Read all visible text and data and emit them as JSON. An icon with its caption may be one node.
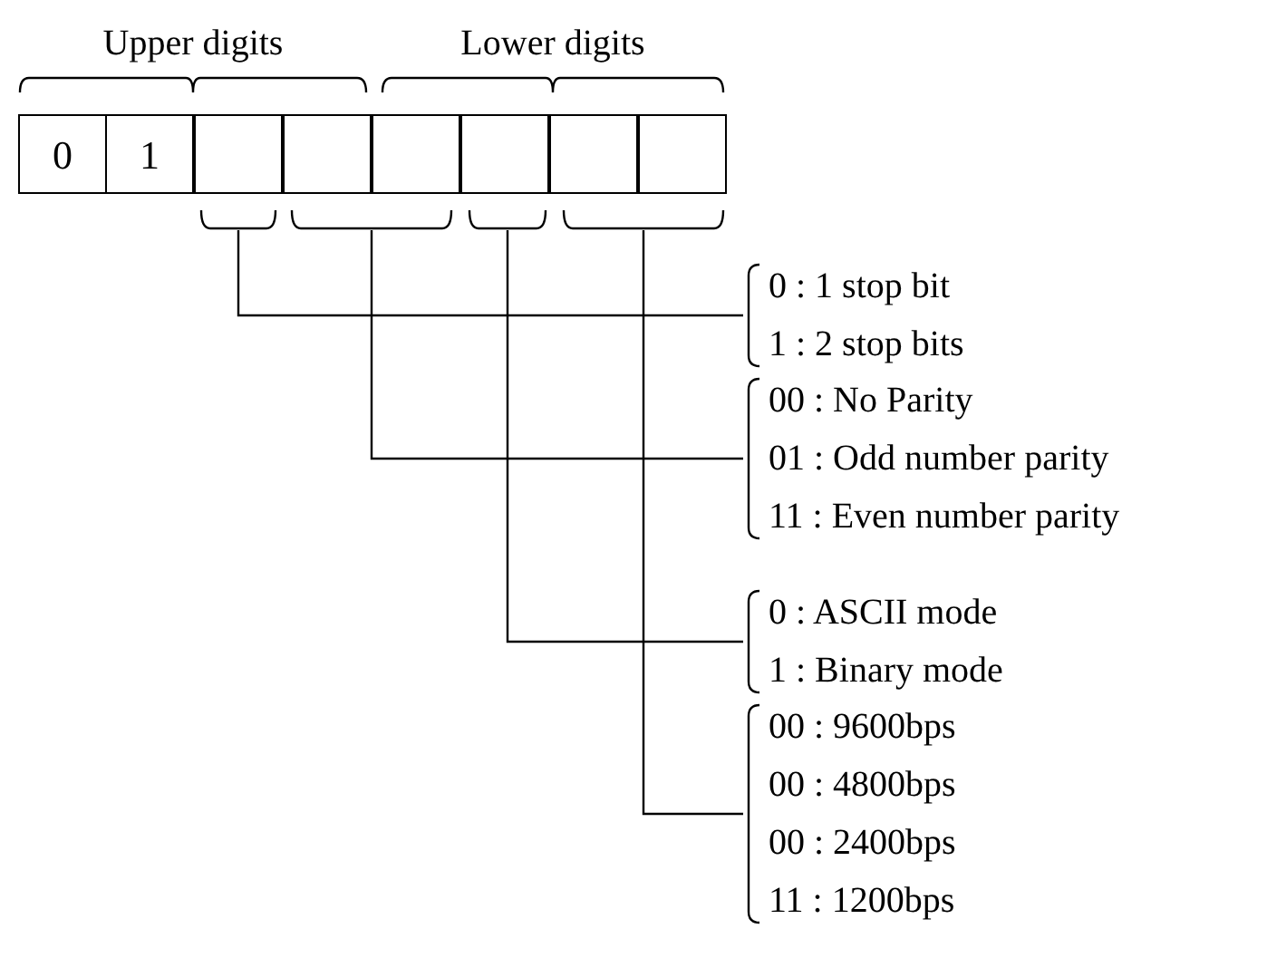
{
  "diagram": {
    "nodes": [
      {
        "text": [
          "0"
        ]
      },
      {
        "text": [
          "1"
        ]
      },
      {
        "text": [],
        "shape": "box"
      },
      {
        "text": [],
        "shape": "box"
      },
      {
        "text": [],
        "shape": "box"
      },
      {
        "text": [],
        "shape": "box"
      },
      {
        "text": [],
        "shape": "box"
      },
      {
        "text": [],
        "shape": "box"
      },
      {
        "text": [],
        "shape": "bracket"
      },
      {
        "text": [],
        "shape": "bracket"
      },
      {
        "text": [],
        "shape": "bracket"
      },
      {
        "text": [],
        "shape": "bracket"
      },
      {
        "text": [
          "0 : 1 stop bit",
          "1 : 2 stop bits"
        ]
      },
      {
        "text": [
          "00 : No Parity",
          "01 : Odd number parity",
          "11 : Even number parity"
        ]
      },
      {
        "text": [
          "0 : ASCII mode",
          "1 : Binary mode"
        ]
      },
      {
        "text": [
          "00 : 9600bps",
          "00 : 4800bps",
          "00 : 2400bps",
          "11 : 1200bps"
        ]
      }
    ],
    "edges": [
      {
        "from": 8,
        "to": 12,
        "arrow": "none"
      },
      {
        "from": 9,
        "to": 13,
        "arrow": "none"
      },
      {
        "from": 10,
        "to": 14,
        "arrow": "none"
      },
      {
        "from": 11,
        "to": 15,
        "arrow": "none"
      }
    ],
    "labels": [
      "Upper digits",
      "Lower digits"
    ]
  }
}
